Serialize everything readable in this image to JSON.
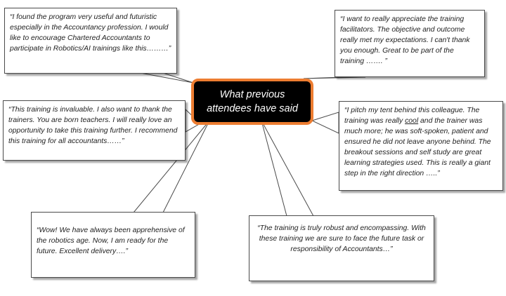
{
  "hub": {
    "title": "What previous attendees have said"
  },
  "testimonials": {
    "top_left": "“I found the program very useful and futuristic especially in the Accountancy profession. I would like to encourage Chartered Accountants to participate in Robotics/AI trainings like this………”",
    "top_right": "“I  want to really appreciate the training facilitators. The objective and outcome really met my expectations. I can't thank you enough. Great to be part of the training ……. ”",
    "middle_left": "“This training is invaluable. I also want to thank the trainers. You are born teachers. I will really love an opportunity to take this training further. I recommend this training for all accountants……”",
    "middle_right_before": "“I pitch my tent behind this colleague. The training was really ",
    "middle_right_emphasis": "cool",
    "middle_right_after": " and the trainer was much more; he was soft-spoken, patient and ensured he did not leave anyone behind. The breakout sessions and self study are great learning strategies used. This is really a giant step in the right direction …..”",
    "bottom_left": "“Wow! We have always been apprehensive of the robotics age. Now, I am ready for the future. Excellent delivery….”",
    "bottom_right": "“The training is truly robust and encompassing. With these training we are sure to face the future task or responsibility of Accountants…”"
  },
  "colors": {
    "hub_fill": "#000000",
    "hub_border": "#ed7d31",
    "callout_border": "#4a4a4a",
    "text": "#222222"
  }
}
